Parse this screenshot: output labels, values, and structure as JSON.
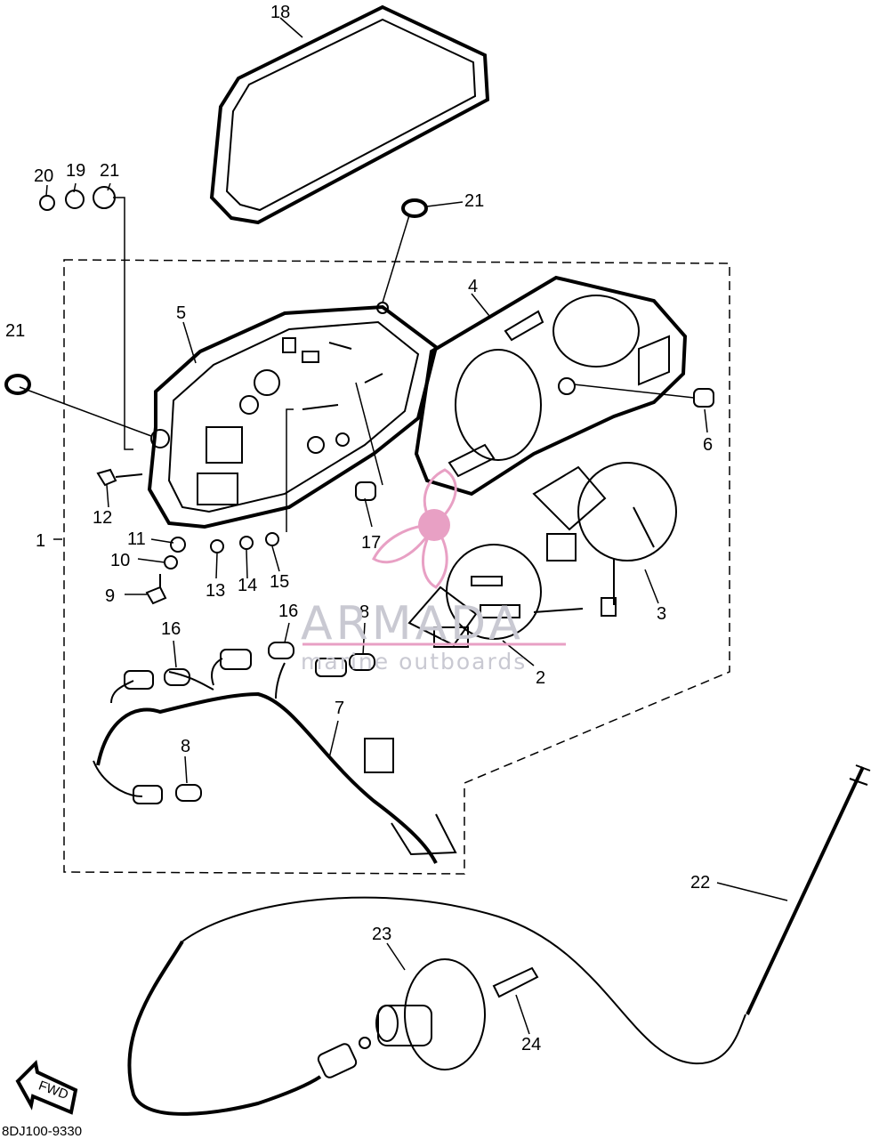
{
  "diagram": {
    "code": "8DJ100-9330",
    "fwd_label": "FWD",
    "callouts": [
      {
        "id": "c1",
        "label": "1"
      },
      {
        "id": "c2",
        "label": "2"
      },
      {
        "id": "c3",
        "label": "3"
      },
      {
        "id": "c4",
        "label": "4"
      },
      {
        "id": "c5",
        "label": "5"
      },
      {
        "id": "c6",
        "label": "6"
      },
      {
        "id": "c7",
        "label": "7"
      },
      {
        "id": "c8a",
        "label": "8"
      },
      {
        "id": "c8b",
        "label": "8"
      },
      {
        "id": "c9",
        "label": "9"
      },
      {
        "id": "c10",
        "label": "10"
      },
      {
        "id": "c11",
        "label": "11"
      },
      {
        "id": "c12",
        "label": "12"
      },
      {
        "id": "c13",
        "label": "13"
      },
      {
        "id": "c14",
        "label": "14"
      },
      {
        "id": "c15",
        "label": "15"
      },
      {
        "id": "c16a",
        "label": "16"
      },
      {
        "id": "c16b",
        "label": "16"
      },
      {
        "id": "c17",
        "label": "17"
      },
      {
        "id": "c18",
        "label": "18"
      },
      {
        "id": "c19",
        "label": "19"
      },
      {
        "id": "c20",
        "label": "20"
      },
      {
        "id": "c21a",
        "label": "21"
      },
      {
        "id": "c21b",
        "label": "21"
      },
      {
        "id": "c21c",
        "label": "21"
      },
      {
        "id": "c22",
        "label": "22"
      },
      {
        "id": "c23",
        "label": "23"
      },
      {
        "id": "c24",
        "label": "24"
      }
    ]
  },
  "watermark": {
    "brand": "ARMADA",
    "tagline": "marine outboards",
    "color": "#e8a0c4"
  }
}
